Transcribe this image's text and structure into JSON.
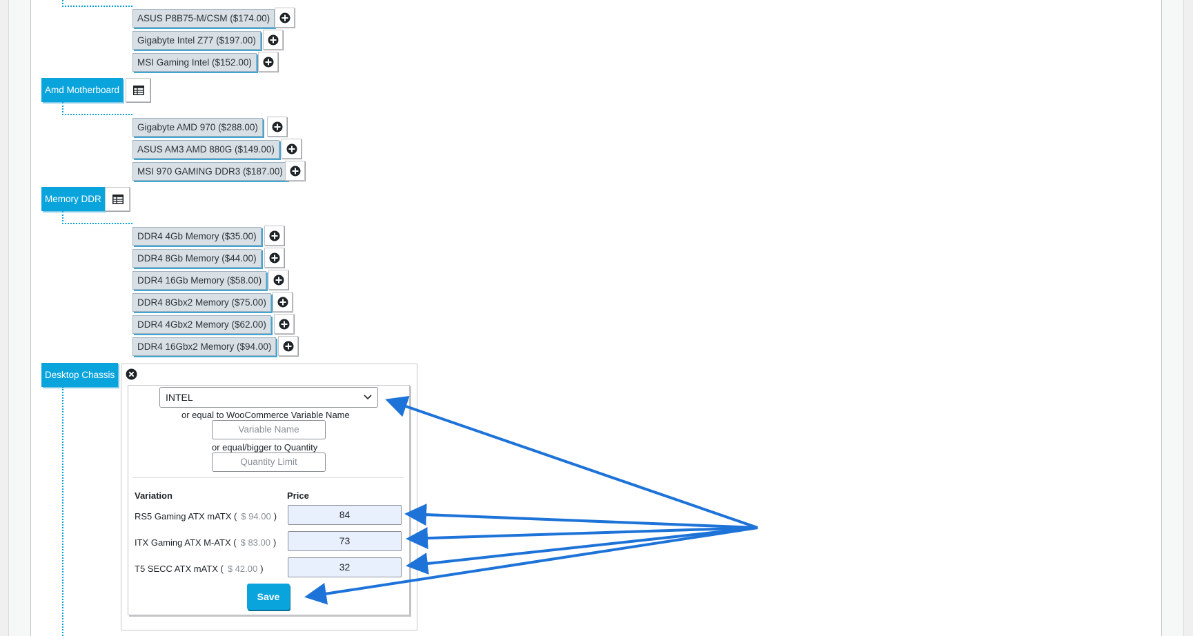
{
  "groups": {
    "intel_partial": {
      "items": [
        {
          "label": "ASUS P8B75-M/CSM ($174.00)"
        },
        {
          "label": "Gigabyte Intel Z77 ($197.00)"
        },
        {
          "label": "MSI Gaming Intel ($152.00)"
        }
      ]
    },
    "amd": {
      "title": "Amd Motherboard",
      "items": [
        {
          "label": "Gigabyte AMD 970 ($288.00)"
        },
        {
          "label": "ASUS AM3 AMD 880G ($149.00)"
        },
        {
          "label": "MSI 970 GAMING DDR3 ($187.00)"
        }
      ]
    },
    "memory": {
      "title": "Memory DDR",
      "items": [
        {
          "label": "DDR4 4Gb Memory ($35.00)"
        },
        {
          "label": "DDR4 8Gb Memory ($44.00)"
        },
        {
          "label": "DDR4 16Gb Memory ($58.00)"
        },
        {
          "label": "DDR4 8Gbx2 Memory ($75.00)"
        },
        {
          "label": "DDR4 4Gbx2 Memory ($62.00)"
        },
        {
          "label": "DDR4 16Gbx2 Memory ($94.00)"
        }
      ]
    },
    "chassis": {
      "title": "Desktop Chassis"
    }
  },
  "editor": {
    "select_value": "INTEL",
    "variable_caption": "or equal to WooCommerce Variable Name",
    "variable_placeholder": "Variable Name",
    "quantity_caption": "or equal/bigger to Quantity",
    "quantity_placeholder": "Quantity Limit",
    "col_variation": "Variation",
    "col_price": "Price",
    "rows": [
      {
        "name": "RS5 Gaming ATX mATX (",
        "regular": "$ 94.00",
        "close": ")",
        "price": "84"
      },
      {
        "name": "ITX Gaming ATX M-ATX (",
        "regular": "$ 83.00",
        "close": ")",
        "price": "73"
      },
      {
        "name": "T5 SECC ATX mATX (",
        "regular": "$ 42.00",
        "close": ")",
        "price": "32"
      }
    ],
    "save_label": "Save"
  },
  "icons": {
    "add": "plus-circle-icon",
    "table": "table-icon",
    "close": "close-circle-icon",
    "dropdown": "chevron-down-icon"
  },
  "colors": {
    "accent": "#0aa4dd",
    "annotation_arrow": "#1e73d8",
    "item_bg": "#d8e0e6"
  }
}
